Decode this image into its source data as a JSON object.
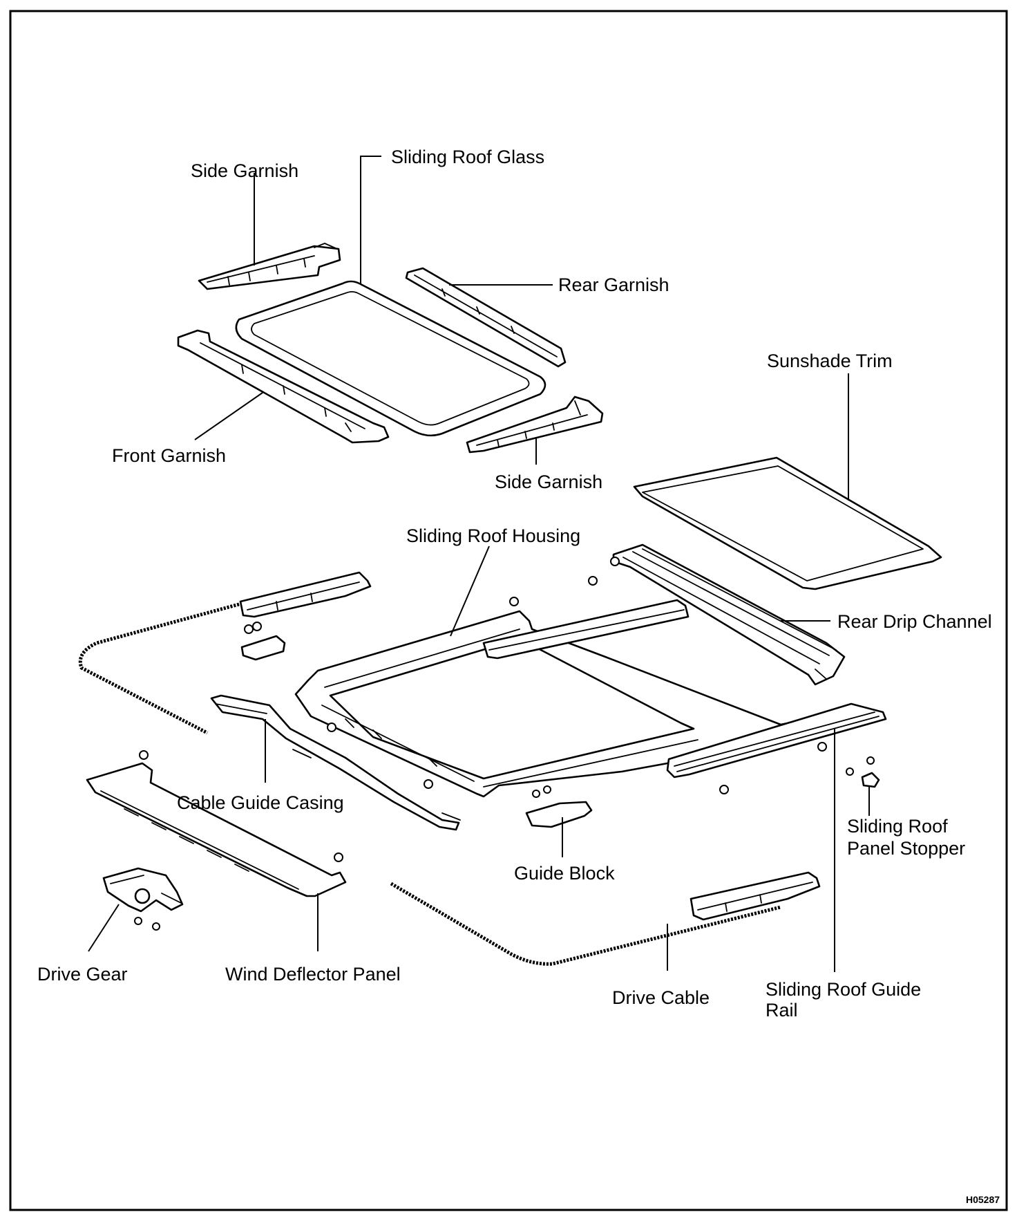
{
  "labels": {
    "side_garnish_top": "Side Garnish",
    "sliding_roof_glass": "Sliding Roof Glass",
    "rear_garnish": "Rear Garnish",
    "sunshade_trim": "Sunshade Trim",
    "front_garnish": "Front Garnish",
    "side_garnish_bottom": "Side Garnish",
    "sliding_roof_housing": "Sliding Roof Housing",
    "rear_drip_channel": "Rear Drip Channel",
    "cable_guide_casing": "Cable Guide Casing",
    "sliding_roof_panel_stopper_line1": "Sliding Roof",
    "sliding_roof_panel_stopper_line2": "Panel Stopper",
    "guide_block": "Guide Block",
    "drive_gear": "Drive Gear",
    "wind_deflector_panel": "Wind Deflector Panel",
    "drive_cable": "Drive Cable",
    "sliding_roof_guide_rail_line1": "Sliding Roof Guide",
    "sliding_roof_guide_rail_line2": "Rail"
  },
  "figure_code": "H05287"
}
